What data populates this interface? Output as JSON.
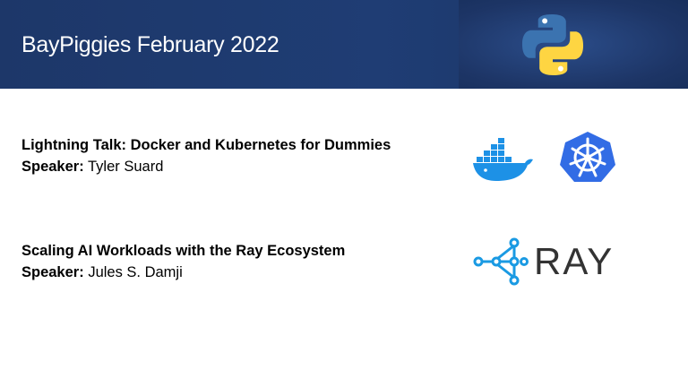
{
  "header": {
    "title": "BayPiggies February 2022"
  },
  "talks": [
    {
      "title": "Lightning Talk: Docker and Kubernetes for Dummies",
      "speaker_label": "Speaker:",
      "speaker_name": "Tyler Suard"
    },
    {
      "title": "Scaling AI Workloads with the Ray Ecosystem",
      "speaker_label": "Speaker:",
      "speaker_name": "Jules S. Damji"
    }
  ],
  "logos": {
    "python": "python-logo",
    "docker": "docker-logo",
    "kubernetes": "kubernetes-logo",
    "ray": {
      "icon": "ray-icon",
      "wordmark": "RAY"
    }
  },
  "colors": {
    "banner": "#1f3d74",
    "python_blue": "#3b73b0",
    "python_yellow": "#fed542",
    "docker_blue": "#1d91e6",
    "kubernetes_blue": "#326ce5",
    "ray_blue": "#1a9ae3"
  }
}
